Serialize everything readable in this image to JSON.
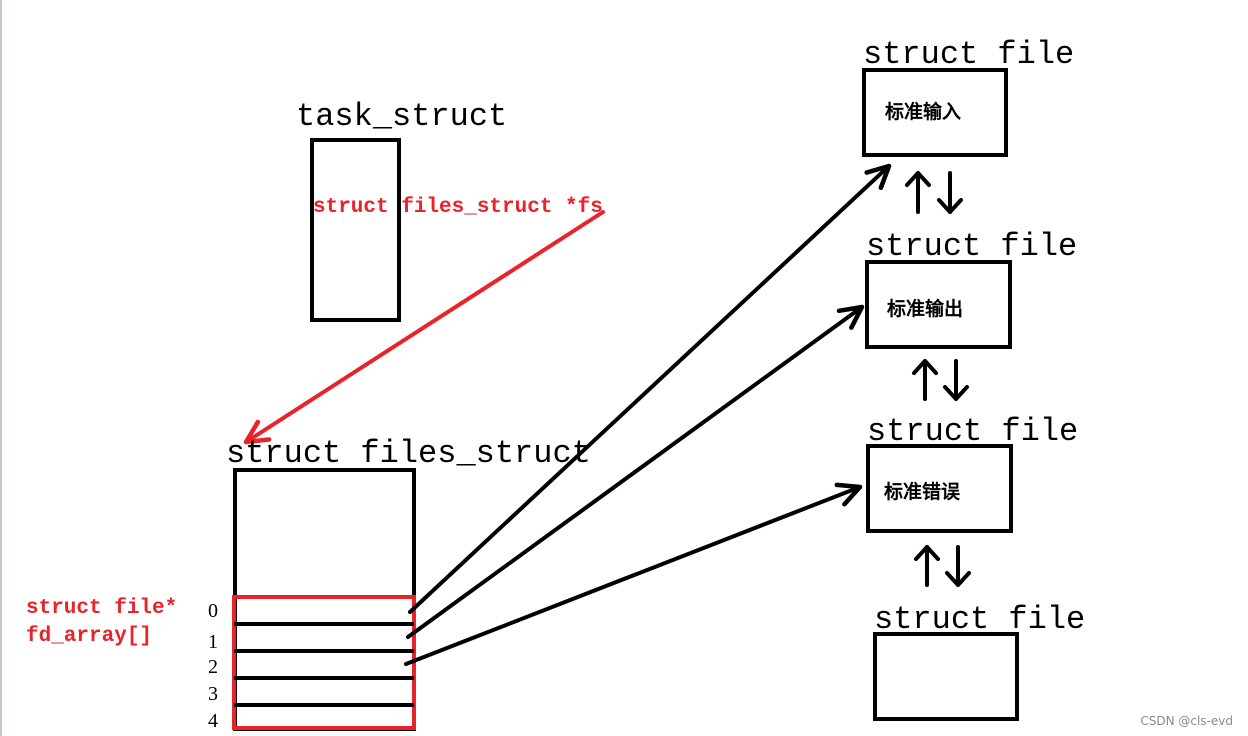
{
  "colors": {
    "red": "#e8232a",
    "black": "#000000",
    "watermark": "#8a8a8a"
  },
  "task_struct": {
    "title": "task_struct",
    "member": "struct files_struct *fs"
  },
  "files_struct": {
    "title": "struct files_struct",
    "array_type": "struct file*",
    "array_name": "fd_array[]",
    "indices": [
      "0",
      "1",
      "2",
      "3",
      "4"
    ]
  },
  "files": [
    {
      "title": "struct file",
      "content": "标准输入"
    },
    {
      "title": "struct file",
      "content": "标准输出"
    },
    {
      "title": "struct file",
      "content": "标准错误"
    },
    {
      "title": "struct file",
      "content": ""
    }
  ],
  "watermark": "CSDN @cls-evd"
}
